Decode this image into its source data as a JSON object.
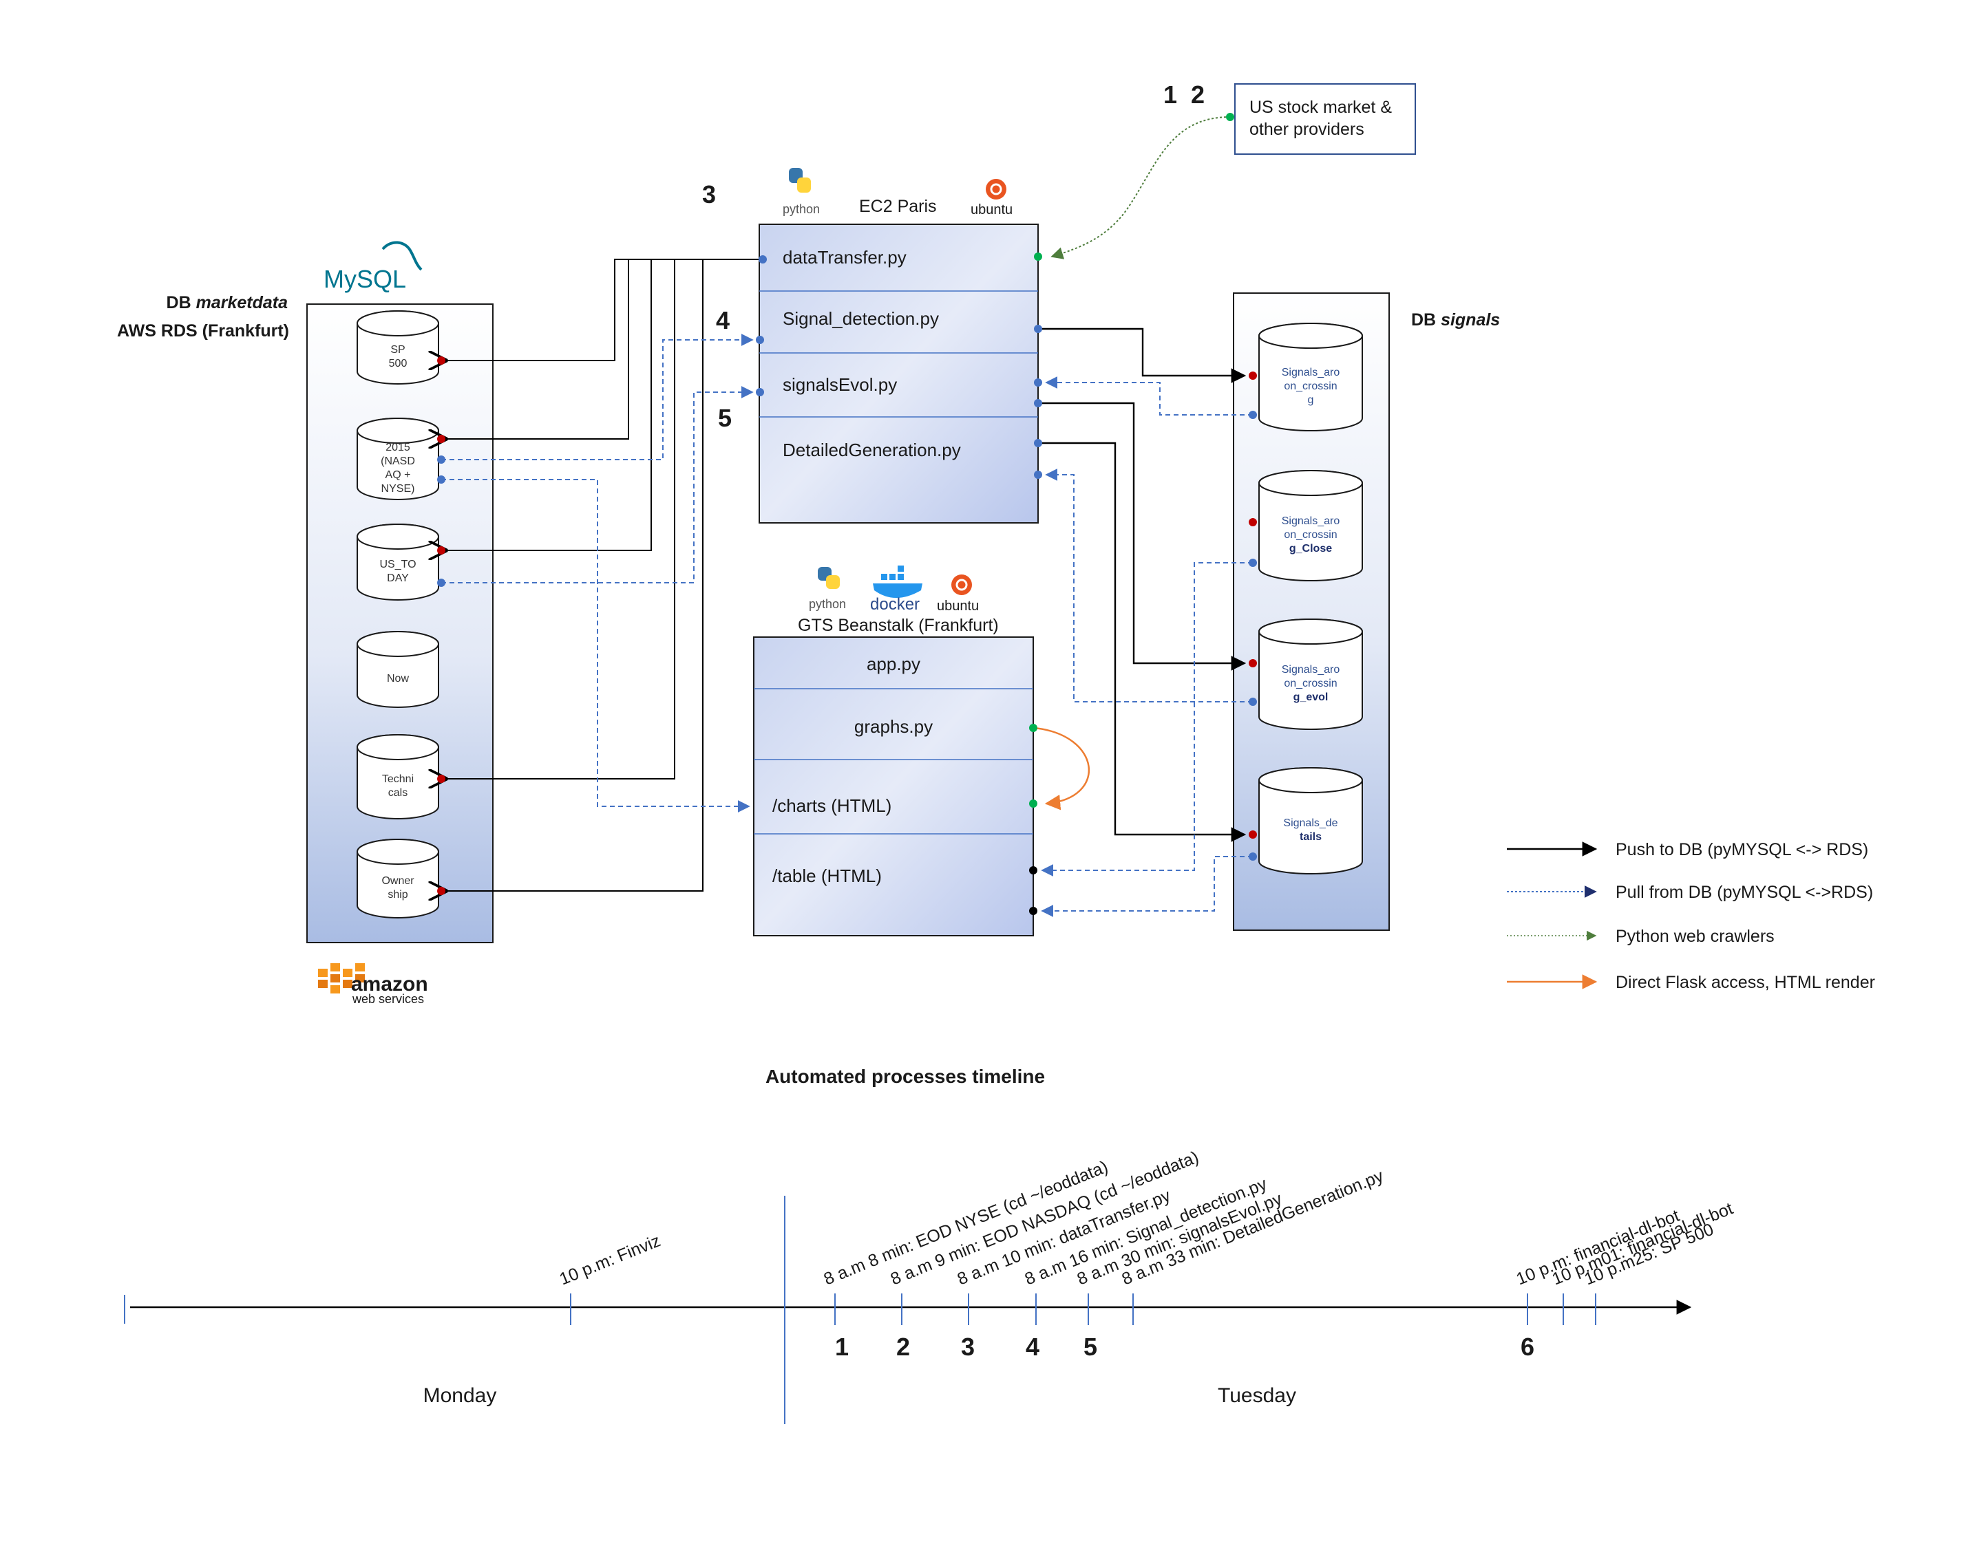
{
  "colors": {
    "push": "#000000",
    "pull": "#4472c4",
    "crawler": "#4e7d3c",
    "flask": "#ed7d31",
    "panel_bottom": "#a9bce3",
    "panel_border": "#1a1a1a",
    "dot_red": "#c00000",
    "dot_blue": "#4472c4",
    "dot_green": "#00b050"
  },
  "db_marketdata": {
    "title_prefix": "DB",
    "title_name": "marketdata",
    "subtitle": "AWS RDS (Frankfurt)",
    "logo_text": "MySQL",
    "footer_logo_line1": "amazon",
    "footer_logo_line2": "web services",
    "tables": [
      {
        "lines": [
          "SP",
          "500"
        ]
      },
      {
        "lines": [
          "2015",
          "(NASD",
          "AQ +",
          "NYSE)"
        ]
      },
      {
        "lines": [
          "US_TO",
          "DAY"
        ]
      },
      {
        "lines": [
          "Now"
        ]
      },
      {
        "lines": [
          "Techni",
          "cals"
        ]
      },
      {
        "lines": [
          "Owner",
          "ship"
        ]
      }
    ]
  },
  "ec2": {
    "title": "EC2 Paris",
    "logo_left": "python",
    "logo_right": "ubuntu",
    "modules": [
      "dataTransfer.py",
      "Signal_detection.py",
      "signalsEvol.py",
      "DetailedGeneration.py"
    ]
  },
  "gts": {
    "title": "GTS Beanstalk (Frankfurt)",
    "logos": [
      "python",
      "docker",
      "ubuntu"
    ],
    "modules": [
      "app.py",
      "graphs.py",
      "/charts (HTML)",
      "/table (HTML)"
    ]
  },
  "provider": {
    "line1": "US stock market &",
    "line2": "other providers"
  },
  "step_numbers": {
    "provider": "1  2",
    "ec2": "3",
    "signal": "4",
    "evol": "5"
  },
  "db_signals": {
    "title_prefix": "DB",
    "title_name": "signals",
    "tables": [
      {
        "lines": [
          {
            "t": "Signals_aro",
            "b": false
          },
          {
            "t": "on_crossin",
            "b": false
          },
          {
            "t": "g",
            "b": false
          }
        ]
      },
      {
        "lines": [
          {
            "t": "Signals_aro",
            "b": false
          },
          {
            "t": "on_crossin",
            "b": false
          },
          {
            "t": "g_Close",
            "b": true
          }
        ]
      },
      {
        "lines": [
          {
            "t": "Signals_aro",
            "b": false
          },
          {
            "t": "on_crossin",
            "b": false
          },
          {
            "t": "g_evol",
            "b": true
          }
        ]
      },
      {
        "lines": [
          {
            "t": "Signals_de",
            "b": false
          },
          {
            "t": "tails",
            "b": true
          }
        ]
      }
    ]
  },
  "legend": [
    {
      "label": "Push to DB (pyMYSQL <-> RDS)",
      "style": "push"
    },
    {
      "label": "Pull from DB (pyMYSQL <->RDS)",
      "style": "pull"
    },
    {
      "label": "Python web crawlers",
      "style": "crawler"
    },
    {
      "label": "Direct Flask access, HTML render",
      "style": "flask"
    }
  ],
  "timeline": {
    "title": "Automated processes timeline",
    "days": [
      "Monday",
      "Tuesday"
    ],
    "events": [
      {
        "label": "10 p.m: Finviz"
      },
      {
        "label": "8 a.m 8 min: EOD NYSE (cd ~/eoddata)"
      },
      {
        "label": "8 a.m 9 min: EOD NASDAQ (cd ~/eoddata)"
      },
      {
        "label": "8 a.m 10 min: dataTransfer.py"
      },
      {
        "label": "8 a.m 16 min: Signal_detection.py"
      },
      {
        "label": "8 a.m 30 min: signalsEvol.py"
      },
      {
        "label": "8 a.m 33 min: DetailedGeneration.py"
      },
      {
        "label": "10 p.m: financial-dl-bot"
      },
      {
        "label": "10 p.m01: financial-dl-bot"
      },
      {
        "label": "10 p.m25: SP 500"
      }
    ],
    "numbers": [
      "1",
      "2",
      "3",
      "4",
      "5",
      "6"
    ]
  }
}
